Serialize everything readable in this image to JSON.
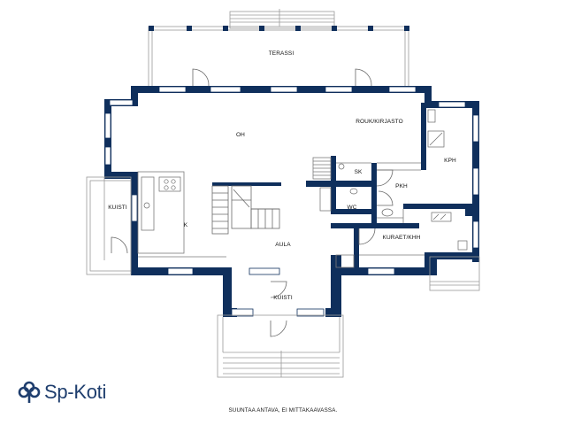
{
  "rooms": {
    "terassi": "TERASSI",
    "oh": "OH",
    "rouk_kirjasto": "ROUK/KIRJASTO",
    "kph": "KPH",
    "sk": "SK",
    "pkh": "PKH",
    "wc": "WC",
    "kuisti_left": "KUISTI",
    "k": "K",
    "aula": "AULA",
    "kuraet_khh": "KURAET/KHH",
    "kuisti_bottom": "KUISTI"
  },
  "footer_note": "SUUNTAA ANTAVA, EI MITTAKAAVASSA.",
  "brand": {
    "name": "Sp-Koti",
    "color": "#1f3e6e"
  },
  "colors": {
    "wall": "#0f2f5c",
    "window_fill": "#ffffff",
    "line": "#888888"
  },
  "icons": [
    "sp-logo-icon",
    "compass-north-icon"
  ]
}
